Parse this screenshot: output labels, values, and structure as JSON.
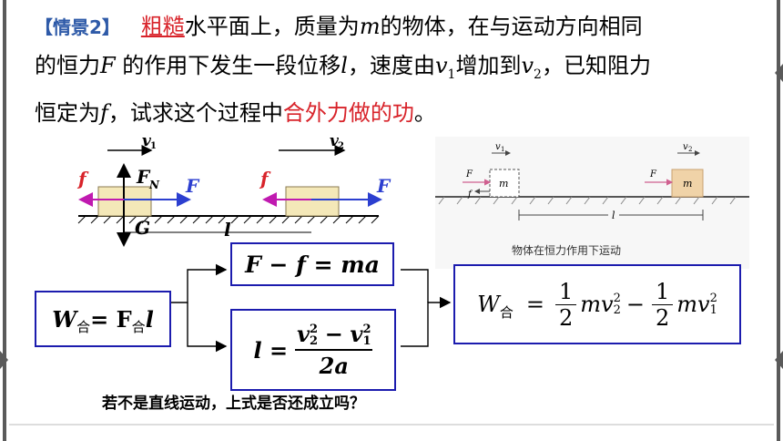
{
  "scenario": {
    "tag": "【情景2】",
    "line1_red": "粗糙",
    "line1_rest": "水平面上，质量为",
    "mass_symbol": "m",
    "line1_end": "的物体，在与运动方向相同",
    "line2_start": "的恒力",
    "force_symbol": "F",
    "line2_mid": " 的作用下发生一段位移",
    "disp_symbol": "l",
    "line2_mid2": "，速度由",
    "v1": "v",
    "v1_sub": "1",
    "line2_mid3": "增加到",
    "v2": "v",
    "v2_sub": "2",
    "line2_end": "，已知阻力",
    "line3_start": "恒定为",
    "friction_symbol": "f",
    "line3_mid": "，试求这个过程中",
    "line3_red": "合外力做的功",
    "line3_end": "。"
  },
  "diagram": {
    "v1_label": "v",
    "v1_sub": "1",
    "v2_label": "v",
    "v2_sub": "2",
    "f_left": "f",
    "F_left": "F",
    "FN": "F",
    "FN_sub": "N",
    "G": "G",
    "f_right": "f",
    "F_right": "F",
    "l_label": "l"
  },
  "photo": {
    "v1": "v",
    "v1_sub": "1",
    "v2": "v",
    "v2_sub": "2",
    "F1": "F",
    "f1": "f",
    "m1": "m",
    "F2": "F",
    "m2": "m",
    "l": "l",
    "caption": "物体在恒力作用下运动"
  },
  "formulas": {
    "work_W": "W",
    "work_sub": "合",
    "work_eq": " = F",
    "work_F_sub": "合",
    "work_l": "l",
    "newton": "F − f = ma",
    "kin_l": "l =",
    "kin_num_v2": "v",
    "kin_num_exp2": "2",
    "kin_num_sub2": "2",
    "kin_minus": "−",
    "kin_num_v1": "v",
    "kin_num_exp1": "2",
    "kin_num_sub1": "1",
    "kin_den": "2a",
    "result_W": "W",
    "result_sub": "合",
    "result_eq": "=",
    "frac_num": "1",
    "frac_den": "2",
    "mv": "mv",
    "minus": "−",
    "exp": "2",
    "sub2": "2",
    "sub1": "1"
  },
  "question": "若不是直线运动，上式是否还成立吗？"
}
